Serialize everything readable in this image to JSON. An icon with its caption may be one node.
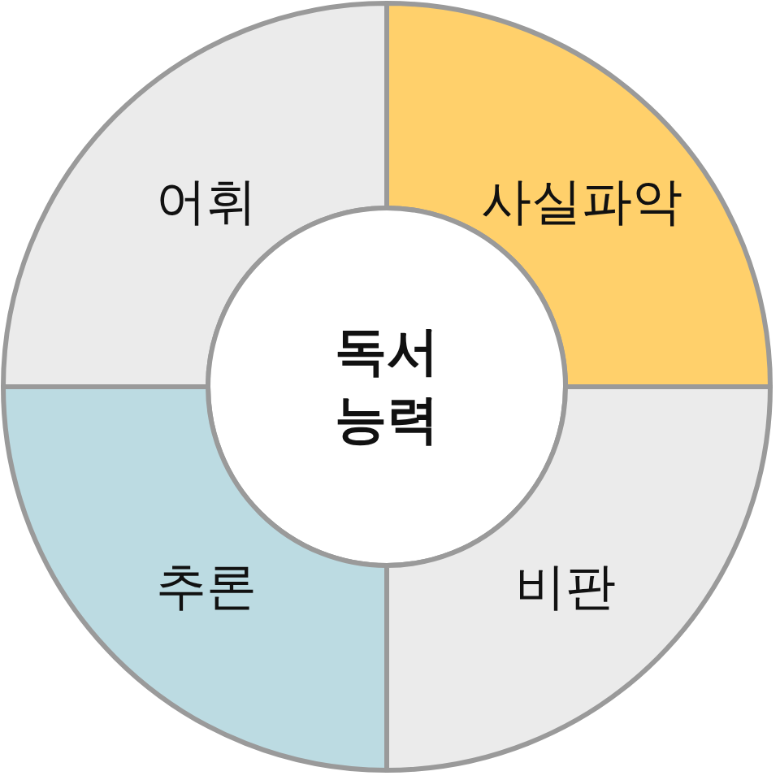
{
  "diagram": {
    "nodes": [
      {
        "text": [
          "어휘"
        ]
      },
      {
        "text": [
          "사실파악"
        ]
      },
      {
        "text": [
          "독서 능력"
        ]
      },
      {
        "text": [
          "추론"
        ]
      },
      {
        "text": [
          "비판"
        ]
      }
    ]
  }
}
